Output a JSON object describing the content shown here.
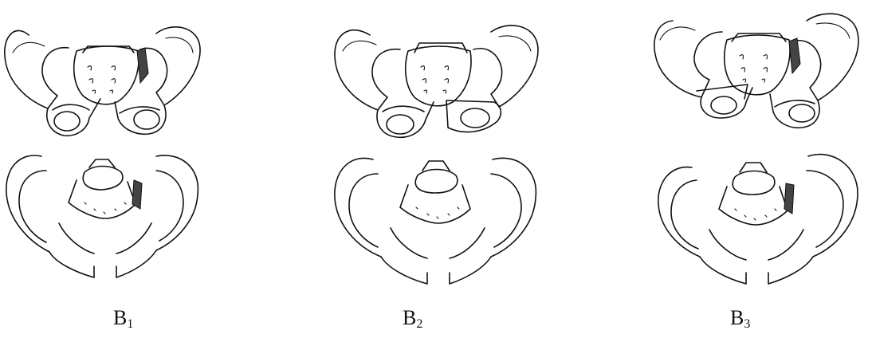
{
  "panels": [
    {
      "label": "B",
      "sub": "1",
      "shaded_joint": "right"
    },
    {
      "label": "B",
      "sub": "2",
      "shaded_joint": "none"
    },
    {
      "label": "B",
      "sub": "3",
      "shaded_joint": "right"
    }
  ]
}
